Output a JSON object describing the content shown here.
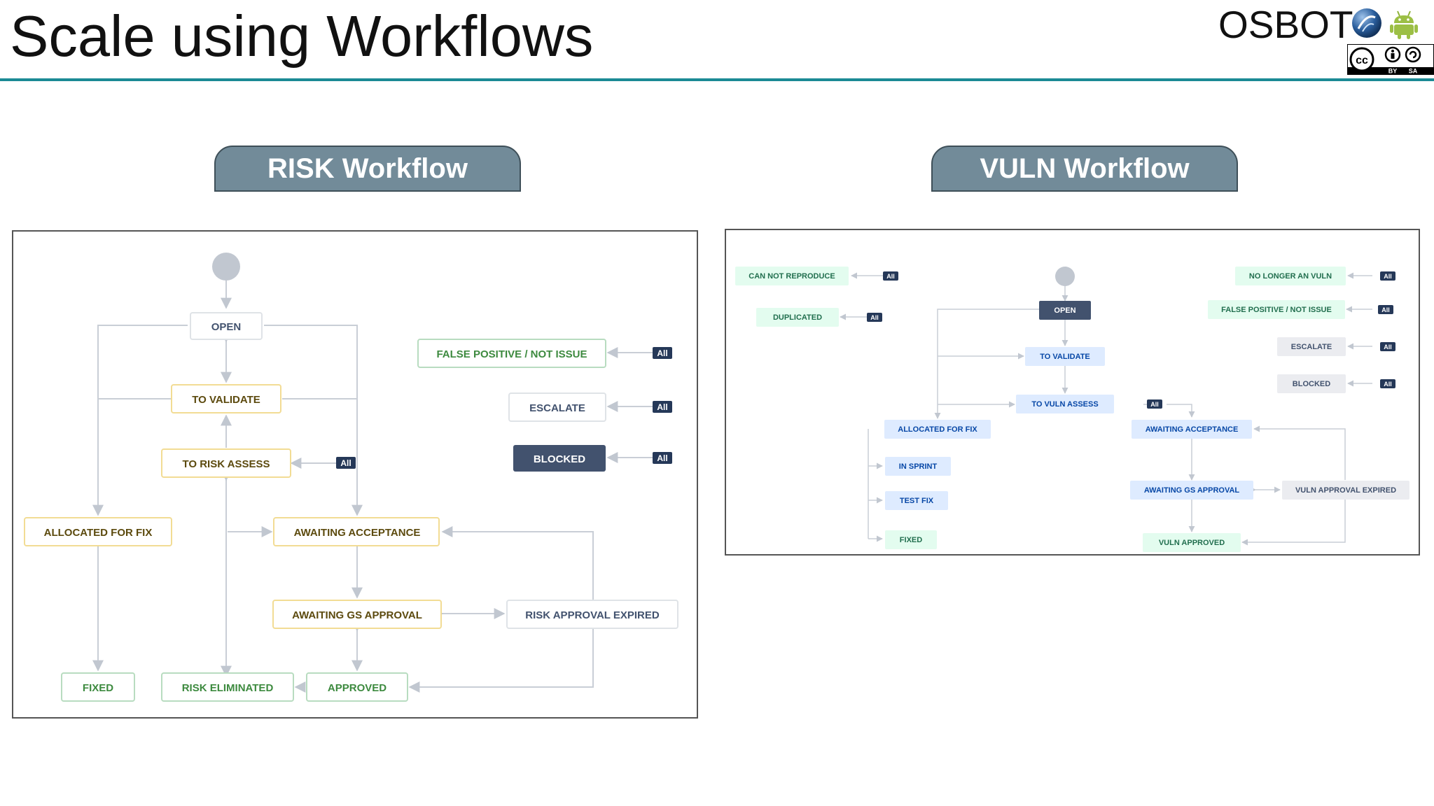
{
  "slide": {
    "title": "Scale using Workflows",
    "brand": "OSBOT",
    "license": {
      "left": "BY",
      "right": "SA"
    }
  },
  "risk": {
    "tab_label": "RISK Workflow",
    "all_label": "All",
    "nodes": {
      "open": "OPEN",
      "to_validate": "TO VALIDATE",
      "to_risk_assess": "TO RISK ASSESS",
      "allocated_for_fix": "ALLOCATED FOR FIX",
      "awaiting_acceptance": "AWAITING ACCEPTANCE",
      "awaiting_gs_approval": "AWAITING GS APPROVAL",
      "risk_approval_expired": "RISK APPROVAL EXPIRED",
      "fixed": "FIXED",
      "risk_eliminated": "RISK ELIMINATED",
      "approved": "APPROVED",
      "false_positive": "FALSE POSITIVE / NOT ISSUE",
      "escalate": "ESCALATE",
      "blocked": "BLOCKED"
    }
  },
  "vuln": {
    "tab_label": "VULN Workflow",
    "all_label": "All",
    "nodes": {
      "can_not_reproduce": "CAN NOT REPRODUCE",
      "duplicated": "DUPLICATED",
      "open": "OPEN",
      "to_validate": "TO VALIDATE",
      "to_vuln_assess": "TO VULN ASSESS",
      "allocated_for_fix": "ALLOCATED FOR FIX",
      "in_sprint": "IN SPRINT",
      "test_fix": "TEST FIX",
      "fixed": "FIXED",
      "awaiting_acceptance": "AWAITING ACCEPTANCE",
      "awaiting_gs_approval": "AWAITING GS APPROVAL",
      "vuln_approval_expired": "VULN APPROVAL EXPIRED",
      "vuln_approved": "VULN APPROVED",
      "no_longer_vuln": "NO LONGER AN VULN",
      "false_positive": "FALSE POSITIVE / NOT ISSUE",
      "escalate": "ESCALATE",
      "blocked": "BLOCKED"
    }
  },
  "colors": {
    "accent_rule": "#1b8a95",
    "tab_fill": "#728b99",
    "yellow_border": "#f2dc94",
    "yellow_text": "#5c4a0e",
    "green_border": "#b8dcc0",
    "green_text": "#3d8a3f",
    "gray_border": "#dfe3e7",
    "gray_text": "#42526e",
    "dark_fill": "#42526e",
    "blue_fill": "#deebff",
    "blue_text": "#0747a6",
    "arrow": "#c1c7d0"
  }
}
